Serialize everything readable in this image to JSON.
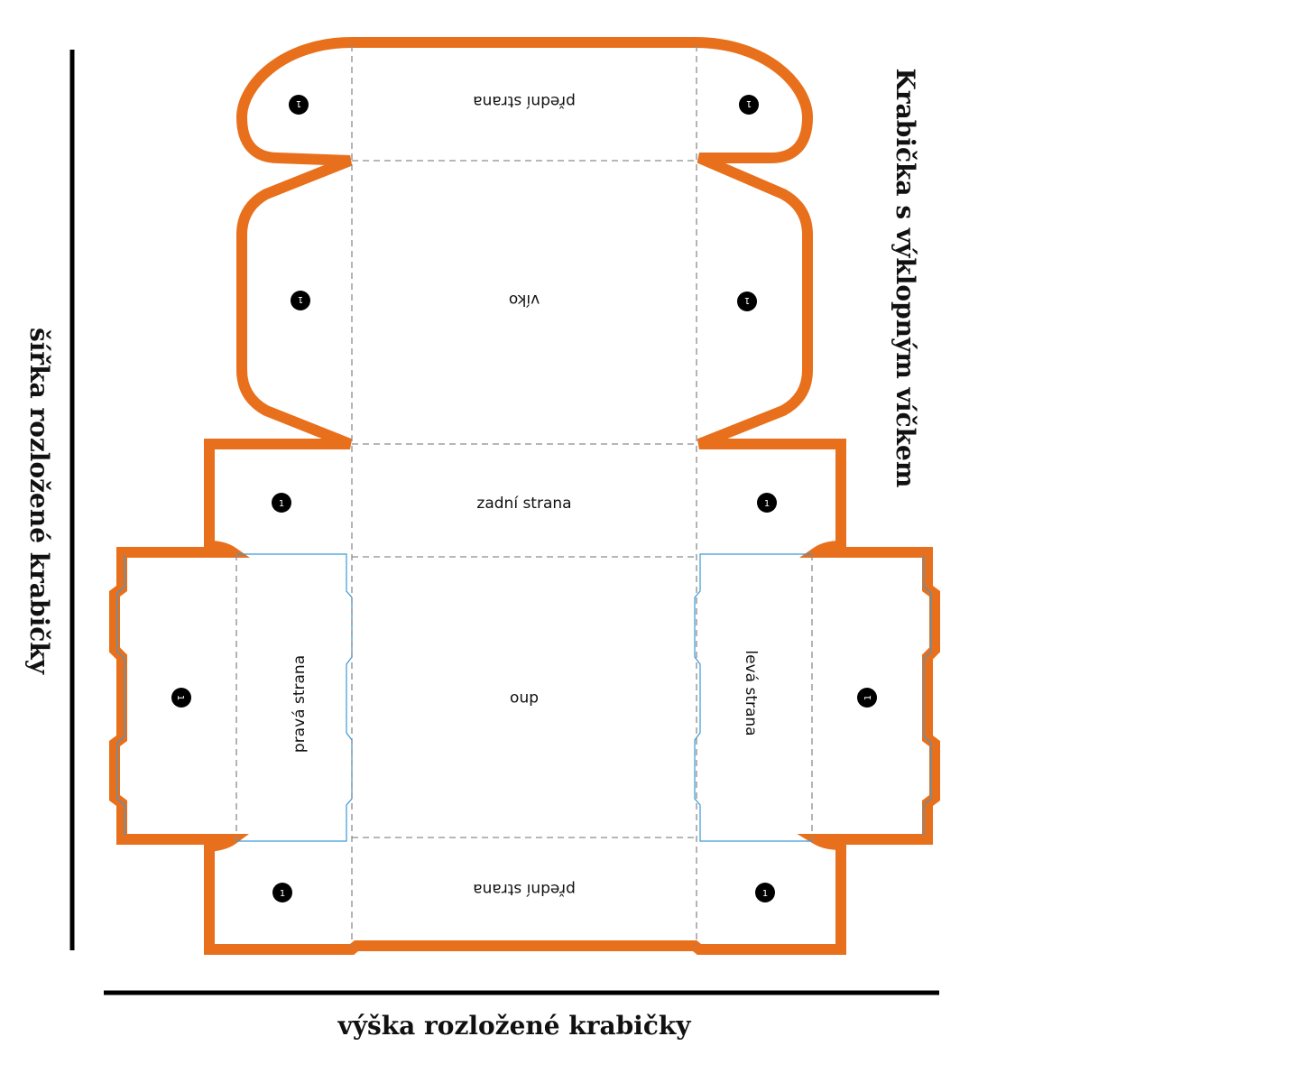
{
  "title": "Krabička s výklopným víčkem",
  "axis_labels": {
    "vertical": "šířka rozložené krabičky",
    "horizontal": "výška rozložené krabičky"
  },
  "panels": {
    "front_flap": "přední strana",
    "lid": "víko",
    "back": "zadní strana",
    "bottom": "dno",
    "right_side": "pravá strana",
    "left_side": "levá strana",
    "front": "přední strana"
  },
  "marker_number": "1",
  "colors": {
    "cut_line": "#e8701c",
    "inner_cut": "#3a9ad9",
    "fold_line": "#8c8c8c",
    "text": "#111111"
  }
}
